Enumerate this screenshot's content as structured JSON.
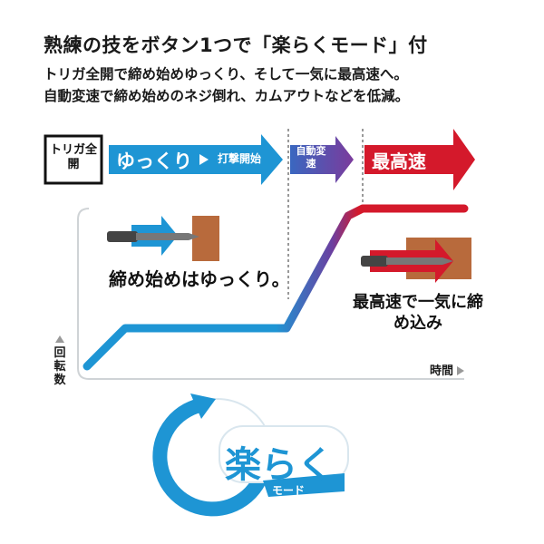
{
  "heading": "熟練の技をボタン1つで「楽らくモード」付",
  "description": [
    "トリガ全開で締め始めゆっくり、そして一気に最高速へ。",
    "自動変速で締め始めのネジ倒れ、カムアウトなどを低減。"
  ],
  "diagram": {
    "trigger_label": "トリガ全開",
    "slow_label": "ゆっくり",
    "strike_label": "打撃開始",
    "auto_shift_label": "自動変速",
    "top_speed_label": "最高速",
    "start_slow_caption": "締め始めはゆっくり。",
    "fast_caption": "最高速で一気に締め込み",
    "y_axis_label": "回転数",
    "x_axis_label": "時間"
  },
  "logo": {
    "main": "楽らく",
    "sub": "モード"
  },
  "colors": {
    "blue": "#1e95d4",
    "purple": "#6b3fa0",
    "red": "#d4192b",
    "wood": "#b86a3c"
  }
}
